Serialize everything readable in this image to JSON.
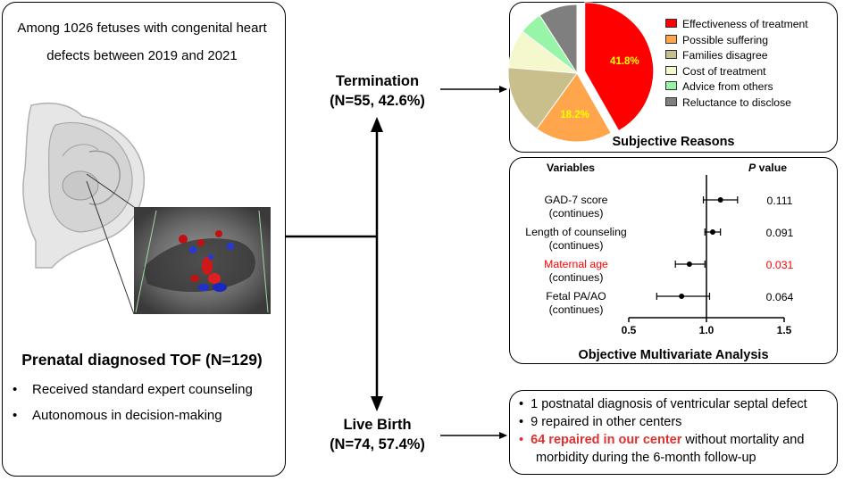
{
  "left_panel": {
    "intro_line1": "Among 1026 fetuses with congenital heart",
    "intro_line2": "defects between 2019 and 2021",
    "title": "Prenatal diagnosed TOF (N=129)",
    "bullets": [
      "Received standard expert counseling",
      "Autonomous in decision-making"
    ]
  },
  "flow": {
    "termination_label": "Termination",
    "termination_count": "(N=55, 42.6%)",
    "live_birth_label": "Live Birth",
    "live_birth_count": "(N=74, 57.4%)"
  },
  "subjective": {
    "title": "Subjective Reasons",
    "slice_labels": [
      "41.8%",
      "18.2%"
    ],
    "label_color": "#ffff00"
  },
  "objective": {
    "title": "Objective Multivariate Analysis",
    "variables_header": "Variables",
    "p_header_italic": "P",
    "p_header_rest": " value",
    "rows": [
      {
        "line1": "GAD-7 score",
        "line2": "(continues)",
        "p": "0.111"
      },
      {
        "line1": "Length of counseling",
        "line2": "(continues)",
        "p": "0.091"
      },
      {
        "line1": "Maternal age",
        "line2": "(continues)",
        "p": "0.031"
      },
      {
        "line1": "Fetal PA/AO",
        "line2": "(continues)",
        "p": "0.064"
      }
    ],
    "highlight_color": "#ff0000"
  },
  "outcomes": {
    "line1": "1 postnatal diagnosis of ventricular septal defect",
    "line2": "9 repaired in other centers",
    "line3_bold_red": "64 repaired in our center",
    "line3_rest": " without mortality and",
    "line4": "morbidity during the 6-month follow-up",
    "highlight_color": "#e03030"
  },
  "chart_data": [
    {
      "type": "pie",
      "categories": [
        "Effectiveness of treatment",
        "Possible suffering",
        "Families disagree",
        "Cost of treatment",
        "Advice from others",
        "Reluctance to disclose"
      ],
      "values": [
        41.8,
        18.2,
        16.4,
        9.1,
        5.5,
        9.1
      ],
      "colors": [
        "#ff0000",
        "#ffa64d",
        "#c8bf8c",
        "#f5f7cc",
        "#98f5a8",
        "#7f7f7f"
      ],
      "legend": "right"
    },
    {
      "type": "scatter",
      "subtype": "forest",
      "categories": [
        "GAD-7 score",
        "Length of counseling",
        "Maternal age",
        "Fetal PA/AO"
      ],
      "estimates": [
        1.09,
        1.04,
        0.89,
        0.84
      ],
      "ci_low": [
        0.98,
        0.99,
        0.8,
        0.68
      ],
      "ci_high": [
        1.2,
        1.09,
        0.99,
        1.02
      ],
      "xlim": [
        0.5,
        1.5
      ],
      "xticks": [
        "0.5",
        "1.0",
        "1.5"
      ],
      "reference_line": 1.0
    }
  ]
}
